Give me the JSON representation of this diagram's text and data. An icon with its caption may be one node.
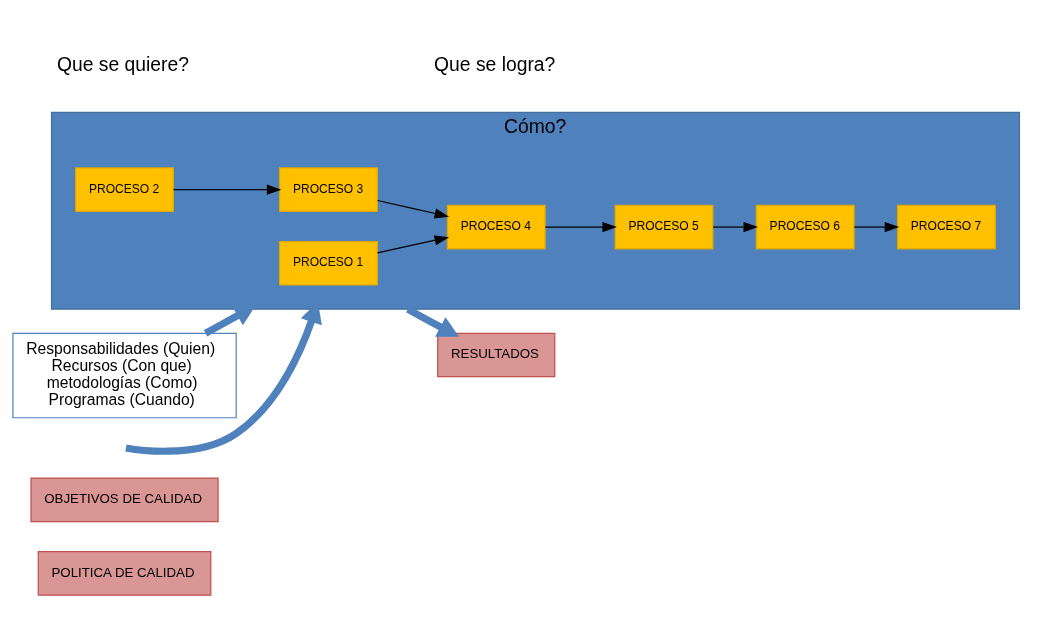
{
  "diagram": {
    "nodes": [
      {
        "text": [
          "POLITICA DE CALIDAD"
        ]
      },
      {
        "text": [
          "OBJETIVOS DE CALIDAD"
        ]
      },
      {
        "text": [
          "Cómo?"
        ]
      },
      {
        "text": [
          "PROCESO 1"
        ],
        "in": 2
      },
      {
        "text": [
          "PROCESO 2"
        ],
        "in": 2
      },
      {
        "text": [
          "PROCESO 3"
        ],
        "in": 2
      },
      {
        "text": [
          "PROCESO 4"
        ],
        "in": 2
      },
      {
        "text": [
          "PROCESO 5"
        ],
        "in": 2
      },
      {
        "text": [
          "PROCESO 6"
        ],
        "in": 2
      },
      {
        "text": [
          "PROCESO 7"
        ],
        "in": 2
      },
      {
        "text": [
          "RESULTADOS"
        ]
      },
      {
        "text": [
          "Responsabilidades (Quien)",
          "Recursos (Con que)",
          "metodologías (Como)",
          "Programas (Cuando)"
        ]
      }
    ],
    "edges": [
      {
        "from": null,
        "to": 2,
        "arrow": "to",
        "style": "thick",
        "color": "#4f81bd"
      },
      {
        "from": 3,
        "to": 6,
        "arrow": "to"
      },
      {
        "from": 4,
        "to": 5,
        "arrow": "to"
      },
      {
        "from": 5,
        "to": 6,
        "arrow": "to"
      },
      {
        "from": 6,
        "to": 7,
        "arrow": "to"
      },
      {
        "from": 7,
        "to": 8,
        "arrow": "to"
      },
      {
        "from": 8,
        "to": 9,
        "arrow": "to"
      },
      {
        "from": 2,
        "to": 10,
        "arrow": "to",
        "style": "thick",
        "color": "#4f81bd"
      },
      {
        "from": 11,
        "to": 2,
        "arrow": "to",
        "style": "thick",
        "color": "#4f81bd"
      }
    ],
    "labels": [
      "Que se quiere?",
      "Que se logra?"
    ]
  }
}
